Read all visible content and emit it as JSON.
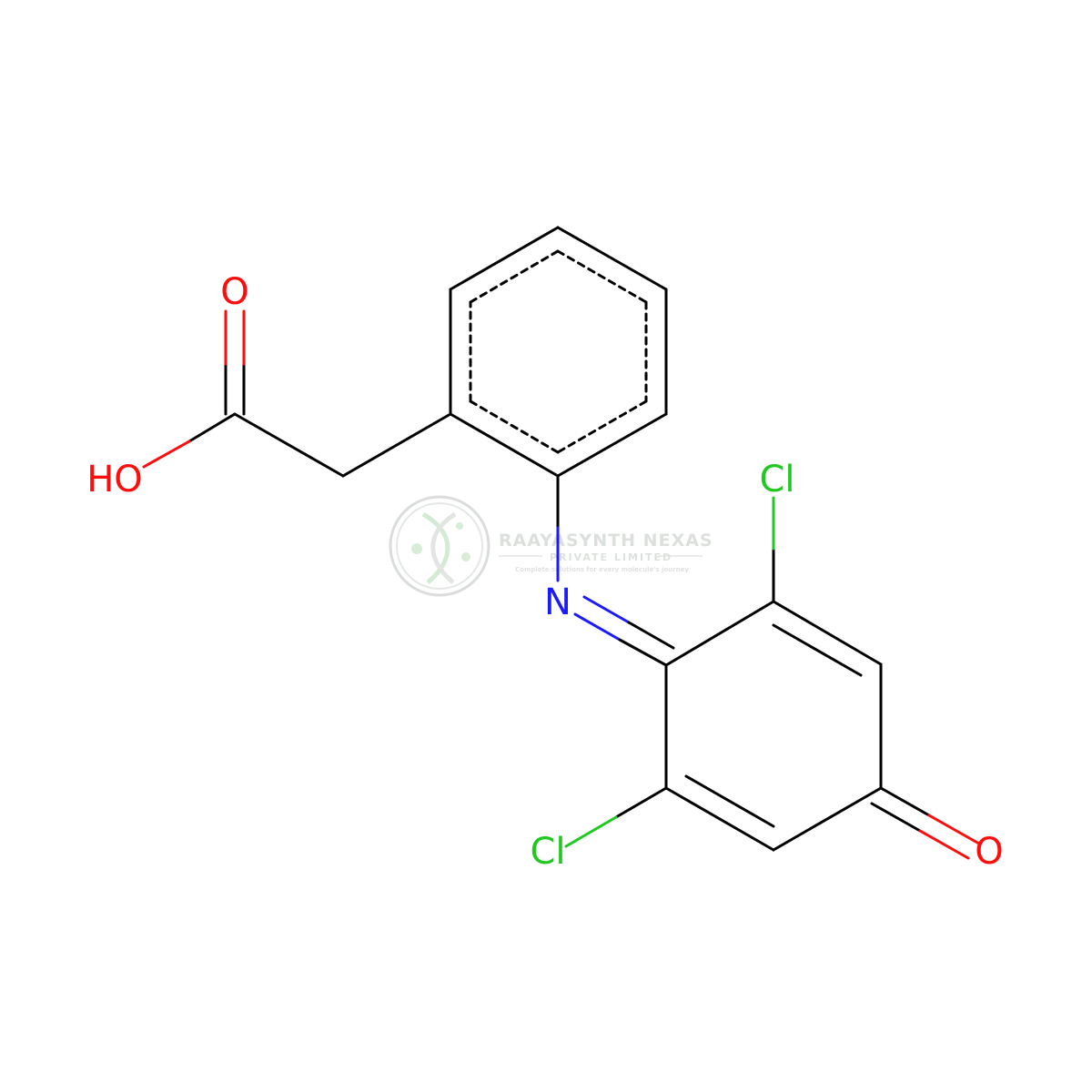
{
  "colors": {
    "bond": "#000000",
    "oxygen": "#ff0d0d",
    "nitrogen": "#1a1aff",
    "chlorine": "#1fc91f",
    "watermark": "#d8dcd8",
    "watermark_accent": "#c8e6c8"
  },
  "atoms": {
    "o_carbonyl_acid": "O",
    "oh_acid": "HO",
    "n_imine": "N",
    "cl_top": "Cl",
    "cl_bottom": "Cl",
    "o_quinone": "O"
  },
  "watermark": {
    "logo_icon": "dna-helix-logo",
    "title": "RAAYASYNTH NEXAS",
    "subtitle": "PRIVATE LIMITED",
    "tagline": "Complete solutions for every molecule's journey"
  }
}
